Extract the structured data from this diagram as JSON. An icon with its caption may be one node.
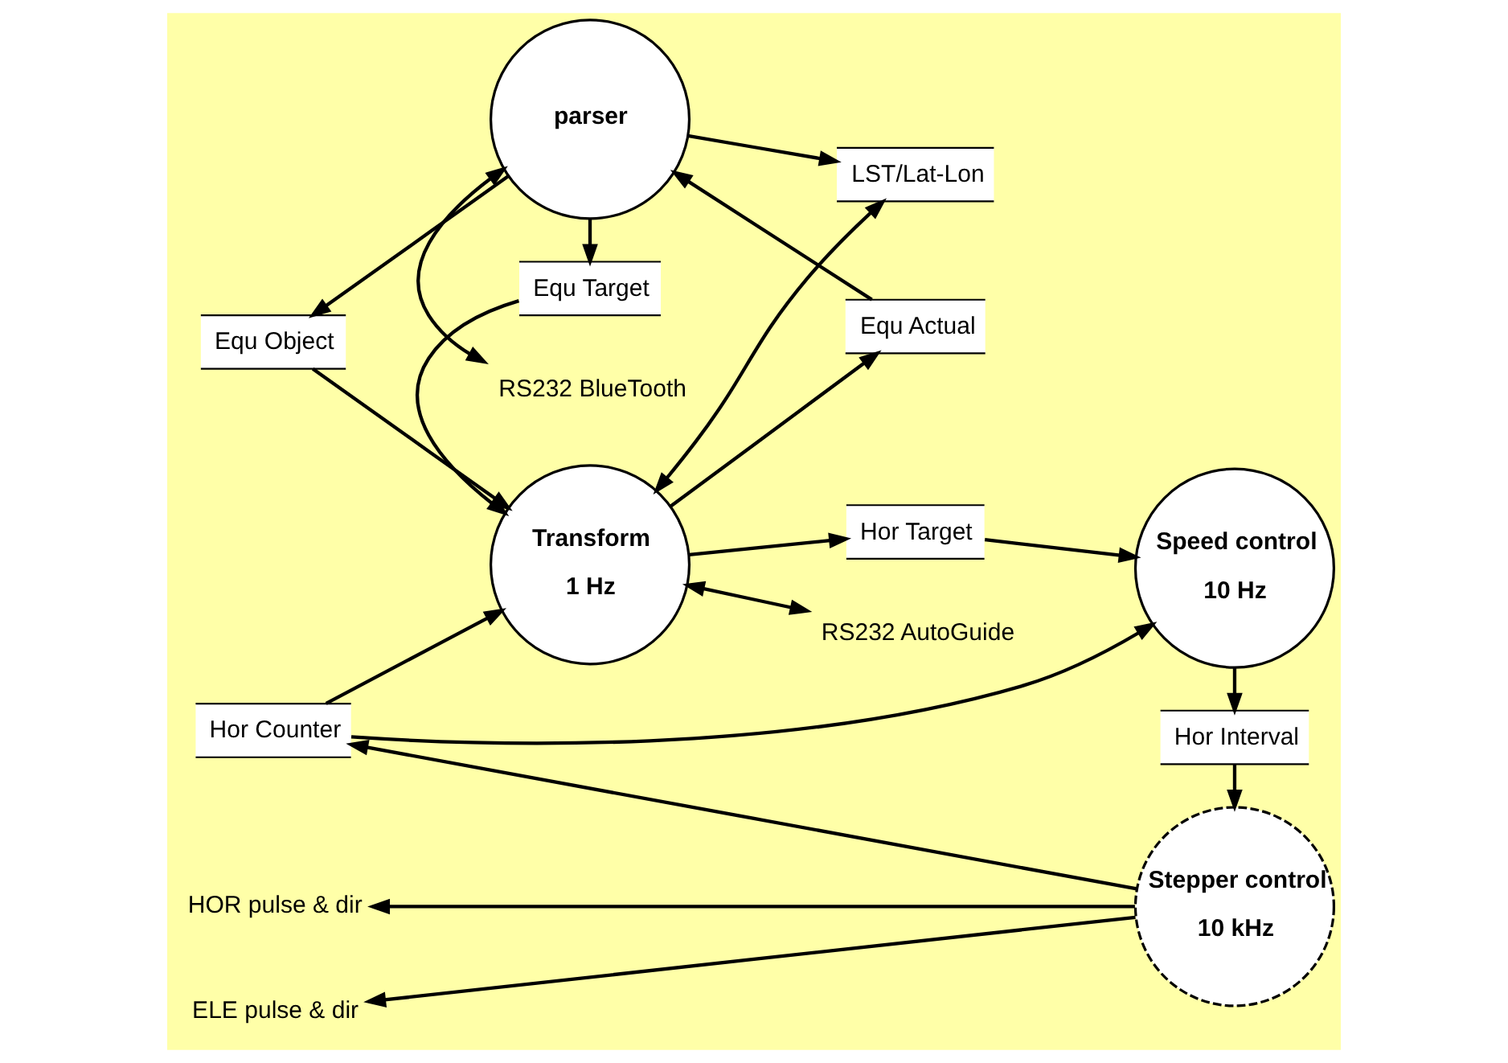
{
  "diagram": {
    "nodes": [
      {
        "text": [
          "Speed control",
          "10 Hz"
        ]
      },
      {
        "text": [
          "Hor Interval"
        ]
      },
      {
        "text": [
          "Hor Counter"
        ]
      },
      {
        "text": [
          "Stepper control",
          "10 kHz"
        ]
      },
      {
        "text": [
          "HOR pulse & dir"
        ]
      },
      {
        "text": [
          "ELE pulse & dir"
        ]
      },
      {
        "text": [
          "Hor Target"
        ]
      },
      {
        "text": [
          "Transform",
          "1 Hz"
        ]
      },
      {
        "text": [
          "Equ Actual"
        ]
      },
      {
        "text": [
          "Equ Target"
        ]
      },
      {
        "text": [
          "Equ Object"
        ]
      },
      {
        "text": [
          "LST/Lat-Lon"
        ]
      },
      {
        "text": [
          "parser"
        ]
      },
      {
        "text": [
          "RS232 BlueTooth"
        ]
      },
      {
        "text": [
          "RS232 AutoGuide"
        ]
      }
    ],
    "edges": [
      {
        "from": 0,
        "to": 1,
        "arrow": "to"
      },
      {
        "from": 1,
        "to": 3,
        "arrow": "to"
      },
      {
        "from": 3,
        "to": 2,
        "arrow": "to"
      },
      {
        "from": 2,
        "to": 0,
        "arrow": "to"
      },
      {
        "from": 2,
        "to": 7,
        "arrow": "to"
      },
      {
        "from": 3,
        "to": 4,
        "arrow": "to"
      },
      {
        "from": 3,
        "to": 5,
        "arrow": "to"
      },
      {
        "from": 7,
        "to": 6,
        "arrow": "to"
      },
      {
        "from": 6,
        "to": 0,
        "arrow": "to"
      },
      {
        "from": 7,
        "to": 8,
        "arrow": "to"
      },
      {
        "from": 8,
        "to": 12,
        "arrow": "to"
      },
      {
        "from": 9,
        "to": 7,
        "arrow": "to"
      },
      {
        "from": 12,
        "to": 9,
        "arrow": "to"
      },
      {
        "from": 12,
        "to": 10,
        "arrow": "to"
      },
      {
        "from": 10,
        "to": 7,
        "arrow": "to"
      },
      {
        "from": 7,
        "to": 11,
        "arrow": "both"
      },
      {
        "from": 12,
        "to": 11,
        "arrow": "to"
      },
      {
        "from": 12,
        "to": 13,
        "arrow": "both"
      },
      {
        "from": 7,
        "to": 14,
        "arrow": "both"
      }
    ]
  }
}
